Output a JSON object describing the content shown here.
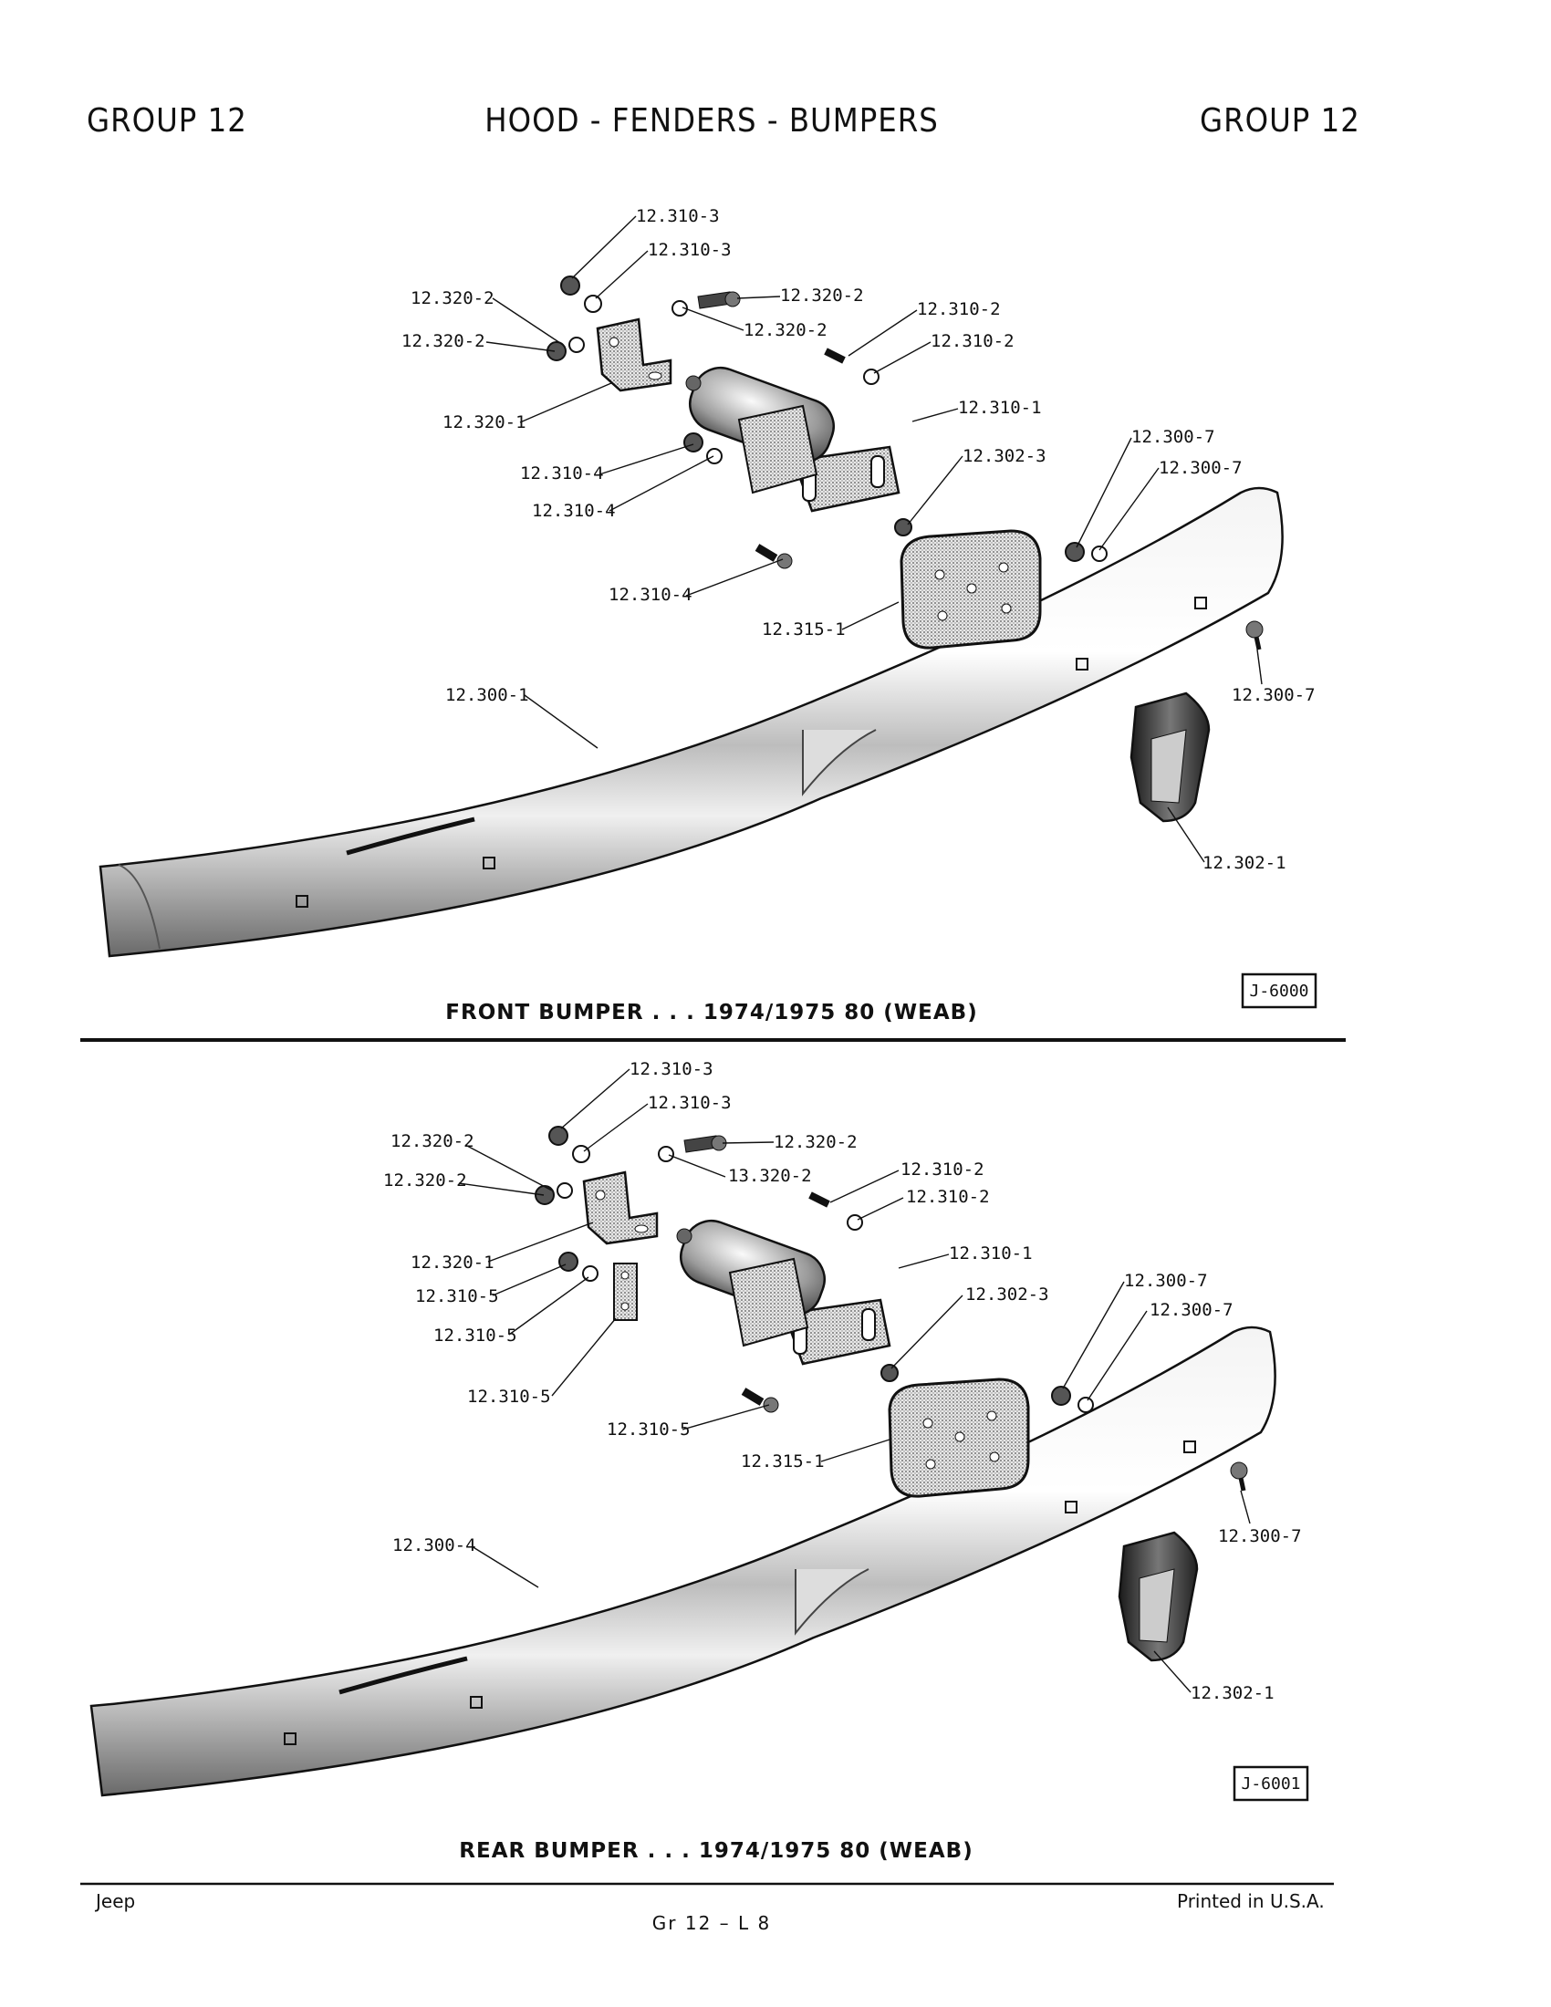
{
  "header": {
    "left": "GROUP 12",
    "center": "HOOD - FENDERS - BUMPERS",
    "right": "GROUP 12"
  },
  "front": {
    "caption": "FRONT BUMPER . . . 1974/1975  80 (WEAB)",
    "code": "J-6000",
    "labels": [
      "12.310-3",
      "12.310-3",
      "12.320-2",
      "12.320-2",
      "12.320-2",
      "12.320-2",
      "12.310-2",
      "12.310-2",
      "12.320-1",
      "12.310-1",
      "12.310-4",
      "12.302-3",
      "12.300-7",
      "12.300-7",
      "12.310-4",
      "12.310-4",
      "12.315-1",
      "12.300-7",
      "12.300-1",
      "12.302-1"
    ]
  },
  "rear": {
    "caption": "REAR BUMPER . . . 1974/1975  80 (WEAB)",
    "code": "J-6001",
    "labels": [
      "12.310-3",
      "12.310-3",
      "12.320-2",
      "12.320-2",
      "13.320-2",
      "12.320-2",
      "12.310-2",
      "12.310-2",
      "12.320-1",
      "12.310-1",
      "12.310-5",
      "12.302-3",
      "12.300-7",
      "12.300-7",
      "12.310-5",
      "12.310-5",
      "12.310-5",
      "12.315-1",
      "12.300-7",
      "12.300-4",
      "12.302-1"
    ]
  },
  "footer": {
    "left": "Jeep",
    "center": "Gr 12 – L 8",
    "right": "Printed in U.S.A."
  }
}
